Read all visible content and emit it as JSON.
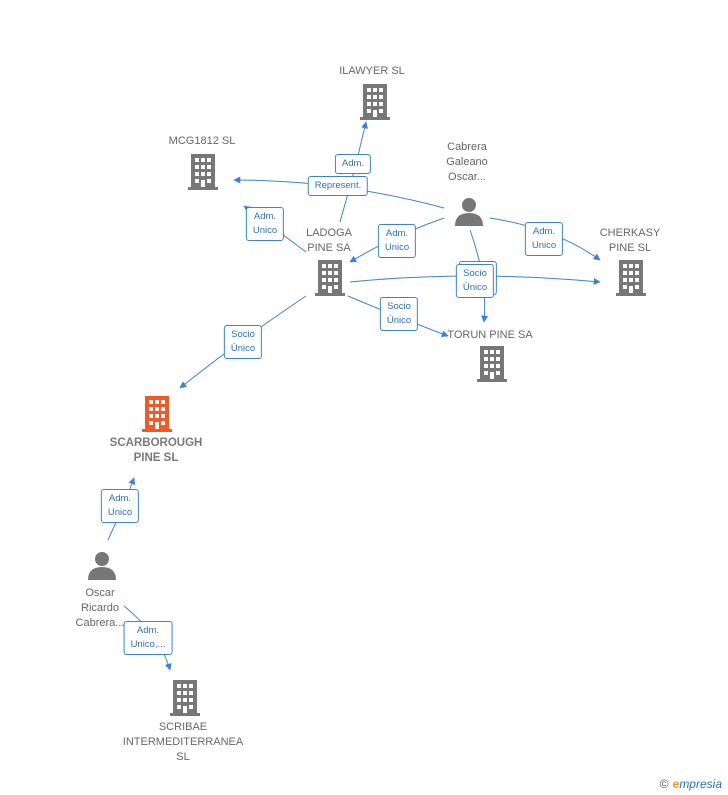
{
  "nodes": {
    "ilawyer": {
      "label": "ILAWYER  SL"
    },
    "mcg1812": {
      "label": "MCG1812  SL"
    },
    "cabrera": {
      "label": "Cabrera\nGaleano\nOscar..."
    },
    "ladoga": {
      "label": "LADOGA\nPINE SA"
    },
    "cherkasy": {
      "label": "CHERKASY\nPINE  SL"
    },
    "torun": {
      "label": "TORUN PINE SA"
    },
    "scarborough": {
      "label": "SCARBOROUGH\nPINE  SL"
    },
    "oscar": {
      "label": "Oscar\nRicardo\nCabrera..."
    },
    "scribae": {
      "label": "SCRIBAE\nINTERMEDITERRANEA\nSL"
    }
  },
  "edge_labels": {
    "adm": "Adm.",
    "represent": "Represent.",
    "adm_unico_mcg": "Adm.\nUnico",
    "adm_unico_ladoga": "Adm.\nUnico",
    "adm_unico_cherkasy": "Adm.\nUnico",
    "socio_unico_cab": "Socio\nÚnico",
    "socio_unico_torun": "Socio\nÚnico",
    "socio_unico_scar": "Socio\nÚnico",
    "adm_unico_scar": "Adm.\nUnico",
    "adm_unico_scribae": "Adm.\nUnico,..."
  },
  "colors": {
    "edge": "#3c82d2",
    "company": "#777777",
    "highlight": "#f05a28",
    "person": "#777777"
  },
  "icons": {
    "company": "building-icon",
    "person": "person-icon"
  },
  "watermark": {
    "copyright": "©",
    "brand_initial": "e",
    "brand_rest": "mpresia"
  }
}
